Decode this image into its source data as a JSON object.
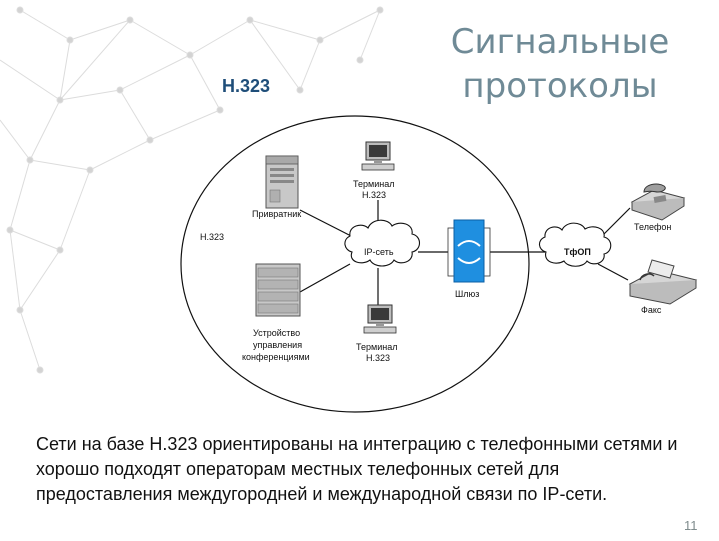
{
  "slide": {
    "title_line1": "Сигнальные",
    "title_line2": "протоколы",
    "subtitle": "H.323",
    "body": "Сети на базе H.323 ориентированы на интеграцию с телефонными сетями и хорошо подходят операторам местных телефонных сетей для предоставления междугородней и международной связи по IP-сети.",
    "page_number": "11"
  },
  "diagram": {
    "zone_label": "H.323",
    "ip_network": "IP-сеть",
    "pstn": "ТфОП",
    "gatekeeper": "Привратник",
    "terminal_top_line1": "Терминал",
    "terminal_top_line2": "H.323",
    "terminal_bottom_line1": "Терминал",
    "terminal_bottom_line2": "H.323",
    "mcu_line1": "Устройство",
    "mcu_line2": "управления",
    "mcu_line3": "конференциями",
    "gateway": "Шлюз",
    "phone": "Телефон",
    "fax": "Факс"
  },
  "colors": {
    "title": "#6f8a96",
    "subtitle": "#1f4e79",
    "gateway": "#1f8fe0",
    "background_network": "#d9d9d9"
  }
}
